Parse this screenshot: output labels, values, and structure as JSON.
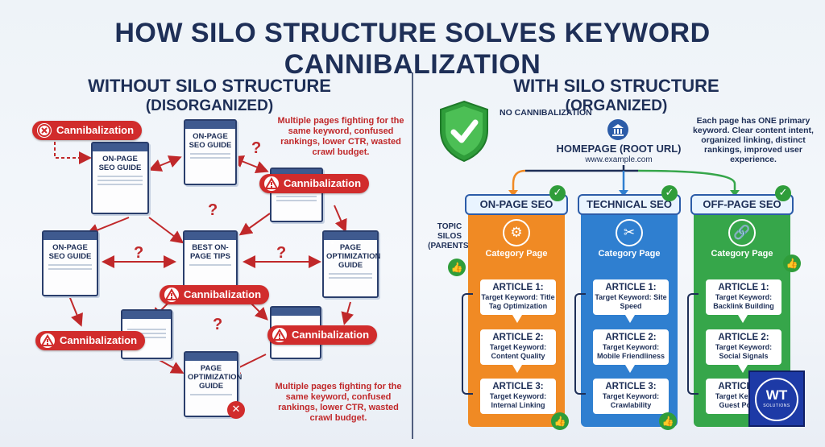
{
  "title": "HOW SILO STRUCTURE SOLVES KEYWORD CANNIBALIZATION",
  "left": {
    "heading": "WITHOUT SILO STRUCTURE",
    "subheading": "(DISORGANIZED)",
    "note_top": "Multiple pages fighting for the same keyword, confused rankings, lower CTR, wasted crawl budget.",
    "note_bottom": "Multiple pages fighting for the same keyword, confused rankings, lower CTR, wasted crawl budget.",
    "badge_label": "Cannibalization",
    "pages": {
      "top": "ON-PAGE SEO GUIDE",
      "upper_left": "ON-PAGE SEO GUIDE",
      "left": "ON-PAGE SEO GUIDE",
      "center": "BEST ON-PAGE TIPS",
      "right": "PAGE OPTIMIZATION GUIDE",
      "bottom": "PAGE OPTIMIZATION GUIDE"
    }
  },
  "right": {
    "heading": "WITH SILO STRUCTURE",
    "subheading": "(ORGANIZED)",
    "no_cannibalization": "NO CANNIBALIZATION",
    "homepage_label": "HOMEPAGE (ROOT URL)",
    "homepage_url": "www.example.com",
    "summary": "Each page has ONE primary keyword. Clear content intent, organized linking, distinct rankings, improved user experience.",
    "topic_silos_label": "TOPIC SILOS (PARENTS)",
    "category_label": "Category Page",
    "silos": [
      {
        "name": "ON-PAGE SEO",
        "color": "#f08a24",
        "articles": [
          {
            "title": "ARTICLE 1:",
            "keyword": "Target Keyword: Title Tag Optimization"
          },
          {
            "title": "ARTICLE 2:",
            "keyword": "Target Keyword: Content Quality"
          },
          {
            "title": "ARTICLE 3:",
            "keyword": "Target Keyword: Internal Linking"
          }
        ]
      },
      {
        "name": "TECHNICAL SEO",
        "color": "#2f7fd0",
        "articles": [
          {
            "title": "ARTICLE 1:",
            "keyword": "Target Keyword: Site Speed"
          },
          {
            "title": "ARTICLE 2:",
            "keyword": "Target Keyword: Mobile Friendliness"
          },
          {
            "title": "ARTICLE 3:",
            "keyword": "Target Keyword: Crawlability"
          }
        ]
      },
      {
        "name": "OFF-PAGE SEO",
        "color": "#36a64a",
        "articles": [
          {
            "title": "ARTICLE 1:",
            "keyword": "Target Keyword: Backlink Building"
          },
          {
            "title": "ARTICLE 2:",
            "keyword": "Target Keyword: Social Signals"
          },
          {
            "title": "ARTICLE 3:",
            "keyword": "Target Keyword: Guest Posting"
          }
        ]
      }
    ]
  },
  "logo": {
    "text": "WT",
    "sub": "SOLUTIONS"
  },
  "colors": {
    "navy": "#1e2f57",
    "red": "#d12c2c",
    "green": "#2f9d3a"
  }
}
